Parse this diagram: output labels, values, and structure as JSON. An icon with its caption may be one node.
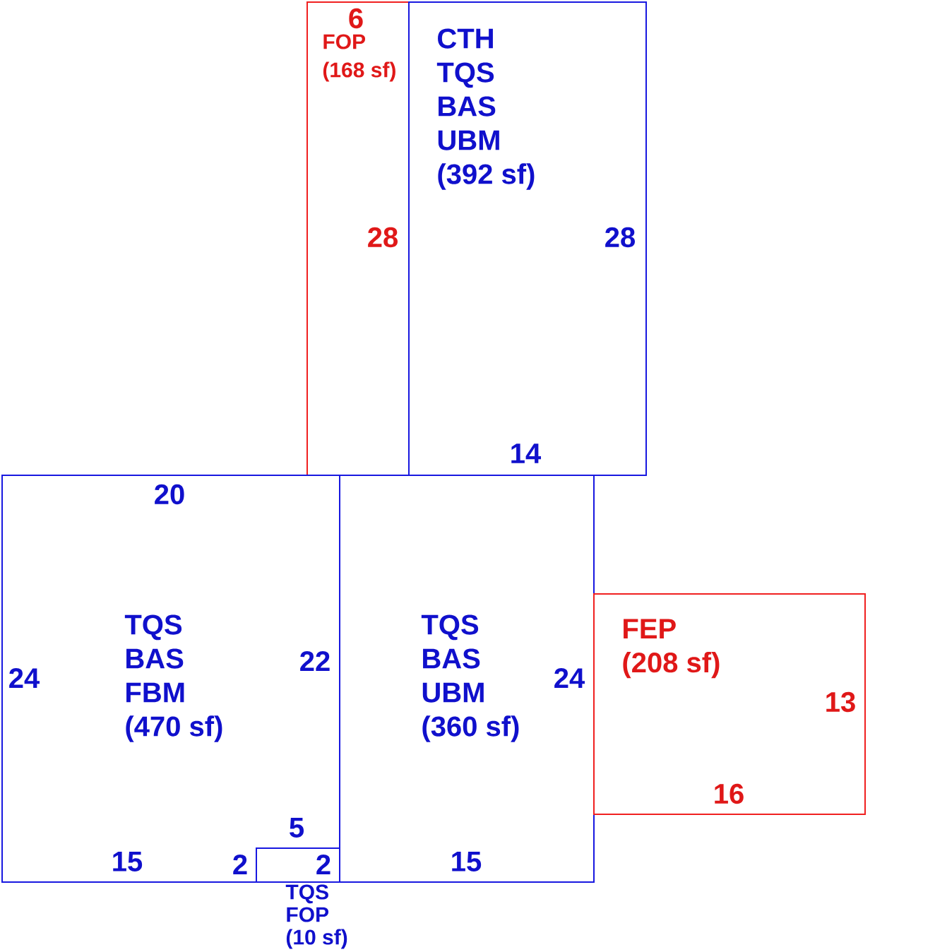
{
  "diagram": {
    "nodes": [
      {
        "text": [
          "FOP",
          "(168 sf)"
        ]
      },
      {
        "text": [
          "CTH",
          "TQS",
          "BAS",
          "UBM",
          "(392 sf)"
        ]
      },
      {
        "text": [
          "TQS",
          "BAS",
          "FBM",
          "(470 sf)"
        ]
      },
      {
        "text": [
          "TQS",
          "BAS",
          "UBM",
          "(360 sf)"
        ]
      },
      {
        "text": [
          "FEP",
          "(208 sf)"
        ]
      },
      {
        "text": [
          "TQS",
          "FOP",
          "(10 sf)"
        ],
        "in": 2
      }
    ],
    "labels": [
      "6",
      "28",
      "28",
      "14",
      "20",
      "24",
      "22",
      "5",
      "15",
      "2",
      "2",
      "15",
      "24",
      "13",
      "16"
    ]
  }
}
